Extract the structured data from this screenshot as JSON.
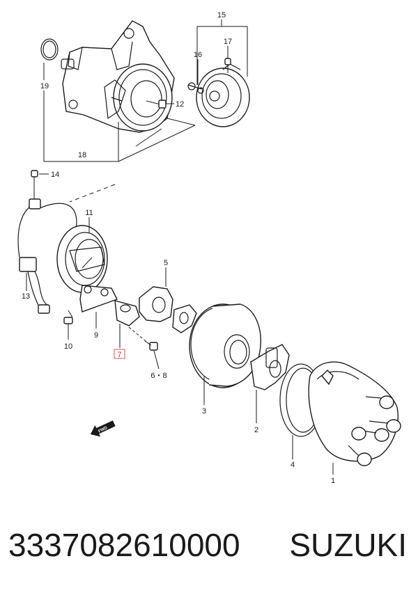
{
  "diagram": {
    "callouts": {
      "c1": "1",
      "c2": "2",
      "c3": "3",
      "c4": "4",
      "c5": "5",
      "c6_8": "6・8",
      "c7": "7",
      "c9": "9",
      "c10": "10",
      "c11": "11",
      "c12": "12",
      "c13": "13",
      "c14": "14",
      "c15": "15",
      "c16": "16",
      "c17": "17",
      "c18": "18",
      "c19": "19"
    },
    "highlighted_callout": "7",
    "highlight_color": "#d43030",
    "fwd_label": "FWD"
  },
  "footer": {
    "part_number": "3337082610000",
    "brand": "SUZUKI"
  }
}
